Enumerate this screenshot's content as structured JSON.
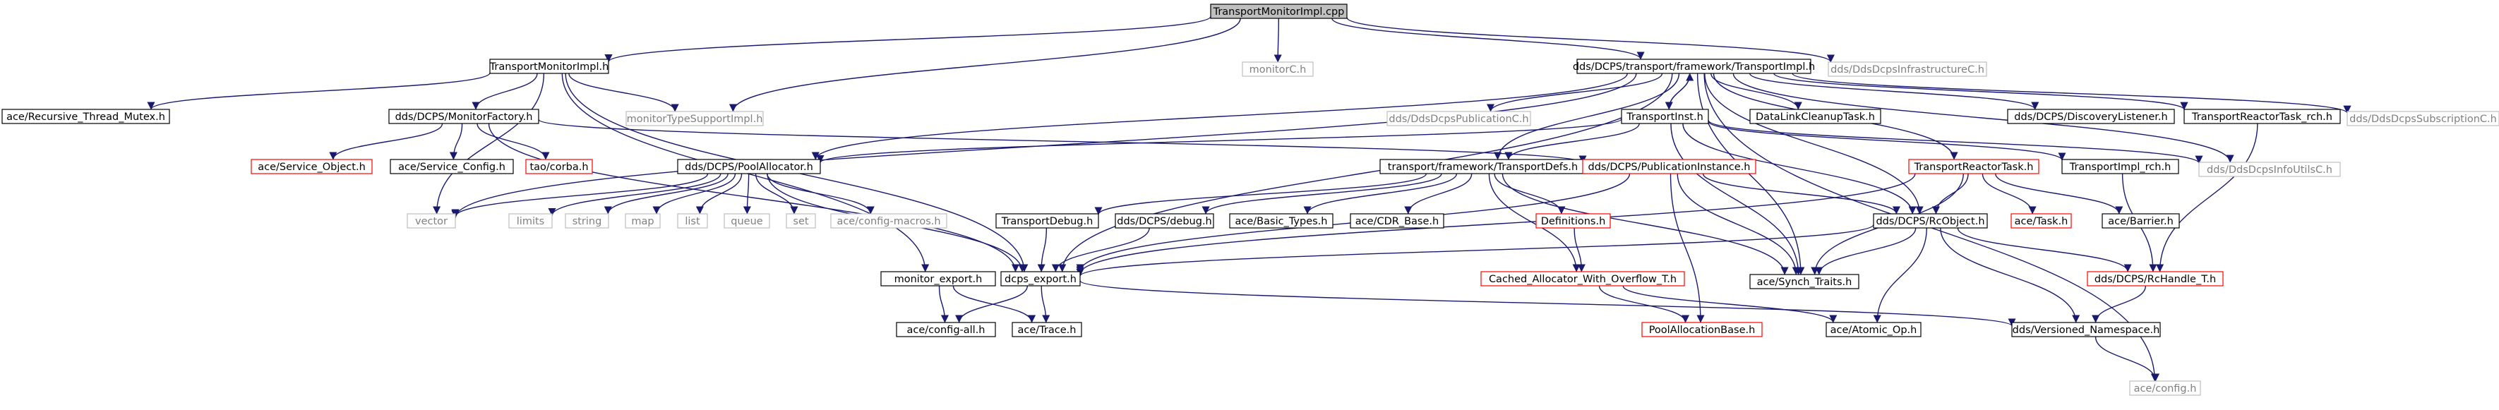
{
  "graph": {
    "title": "TransportMonitorImpl.cpp include dependency graph",
    "colors": {
      "edge": "#191970",
      "root_fill": "#bfbfbf",
      "default_border": "#000000",
      "missing_border": "#bfbfbf",
      "highlight_border": "#ff0000",
      "text": "#000000",
      "missing_text": "#808080"
    },
    "nodes": [
      {
        "id": "root",
        "label": "TransportMonitorImpl.cpp",
        "style": "root"
      },
      {
        "id": "tmi_h",
        "label": "TransportMonitorImpl.h",
        "style": "normal"
      },
      {
        "id": "monitorC",
        "label": "monitorC.h",
        "style": "missing"
      },
      {
        "id": "transportimpl",
        "label": "dds/DCPS/transport/framework/TransportImpl.h",
        "style": "normal"
      },
      {
        "id": "infraC",
        "label": "dds/DdsDcpsInfrastructureC.h",
        "style": "missing"
      },
      {
        "id": "recmutex",
        "label": "ace/Recursive_Thread_Mutex.h",
        "style": "normal"
      },
      {
        "id": "monfactory",
        "label": "dds/DCPS/MonitorFactory.h",
        "style": "normal"
      },
      {
        "id": "monTypeSupport",
        "label": "monitorTypeSupportImpl.h",
        "style": "missing"
      },
      {
        "id": "pubC",
        "label": "dds/DdsDcpsPublicationC.h",
        "style": "missing"
      },
      {
        "id": "transportinst",
        "label": "TransportInst.h",
        "style": "normal"
      },
      {
        "id": "dlcleanup",
        "label": "DataLinkCleanupTask.h",
        "style": "normal"
      },
      {
        "id": "disclistener",
        "label": "dds/DCPS/DiscoveryListener.h",
        "style": "normal"
      },
      {
        "id": "reactortask_rch",
        "label": "TransportReactorTask_rch.h",
        "style": "normal"
      },
      {
        "id": "subC",
        "label": "dds/DdsDcpsSubscriptionC.h",
        "style": "missing"
      },
      {
        "id": "svcobj",
        "label": "ace/Service_Object.h",
        "style": "highlight"
      },
      {
        "id": "svcconfig",
        "label": "ace/Service_Config.h",
        "style": "normal"
      },
      {
        "id": "taocorba",
        "label": "tao/corba.h",
        "style": "highlight"
      },
      {
        "id": "poolalloc",
        "label": "dds/DCPS/PoolAllocator.h",
        "style": "normal"
      },
      {
        "id": "transportdefs",
        "label": "transport/framework/TransportDefs.h",
        "style": "normal"
      },
      {
        "id": "pubinstance",
        "label": "dds/DCPS/PublicationInstance.h",
        "style": "highlight"
      },
      {
        "id": "reactortask",
        "label": "TransportReactorTask.h",
        "style": "highlight"
      },
      {
        "id": "transportimpl_rch",
        "label": "TransportImpl_rch.h",
        "style": "normal"
      },
      {
        "id": "infoUtilsC",
        "label": "dds/DdsDcpsInfoUtilsC.h",
        "style": "missing"
      },
      {
        "id": "vector",
        "label": "vector",
        "style": "missing"
      },
      {
        "id": "limits",
        "label": "limits",
        "style": "missing"
      },
      {
        "id": "string",
        "label": "string",
        "style": "missing"
      },
      {
        "id": "map",
        "label": "map",
        "style": "missing"
      },
      {
        "id": "list",
        "label": "list",
        "style": "missing"
      },
      {
        "id": "queue",
        "label": "queue",
        "style": "missing"
      },
      {
        "id": "set",
        "label": "set",
        "style": "missing"
      },
      {
        "id": "configmacros",
        "label": "ace/config-macros.h",
        "style": "missing"
      },
      {
        "id": "transportdebug",
        "label": "TransportDebug.h",
        "style": "normal"
      },
      {
        "id": "debug",
        "label": "dds/DCPS/debug.h",
        "style": "normal"
      },
      {
        "id": "basictypes",
        "label": "ace/Basic_Types.h",
        "style": "normal"
      },
      {
        "id": "cdrbase",
        "label": "ace/CDR_Base.h",
        "style": "normal"
      },
      {
        "id": "definitions",
        "label": "Definitions.h",
        "style": "highlight"
      },
      {
        "id": "rcobject",
        "label": "dds/DCPS/RcObject.h",
        "style": "normal"
      },
      {
        "id": "acetask",
        "label": "ace/Task.h",
        "style": "highlight"
      },
      {
        "id": "barrier",
        "label": "ace/Barrier.h",
        "style": "normal"
      },
      {
        "id": "monexport",
        "label": "monitor_export.h",
        "style": "normal"
      },
      {
        "id": "dcpsexport",
        "label": "dcps_export.h",
        "style": "normal"
      },
      {
        "id": "cachedalloc",
        "label": "Cached_Allocator_With_Overflow_T.h",
        "style": "highlight"
      },
      {
        "id": "synchtraits",
        "label": "ace/Synch_Traits.h",
        "style": "normal"
      },
      {
        "id": "rchandle",
        "label": "dds/DCPS/RcHandle_T.h",
        "style": "highlight"
      },
      {
        "id": "configall",
        "label": "ace/config-all.h",
        "style": "normal"
      },
      {
        "id": "trace",
        "label": "ace/Trace.h",
        "style": "normal"
      },
      {
        "id": "poolallocbase",
        "label": "PoolAllocationBase.h",
        "style": "highlight"
      },
      {
        "id": "atomicop",
        "label": "ace/Atomic_Op.h",
        "style": "normal"
      },
      {
        "id": "versionedns",
        "label": "dds/Versioned_Namespace.h",
        "style": "normal"
      },
      {
        "id": "aceconfig",
        "label": "ace/config.h",
        "style": "missing"
      }
    ],
    "edges": [
      [
        "root",
        "tmi_h"
      ],
      [
        "root",
        "monitorC"
      ],
      [
        "root",
        "transportimpl"
      ],
      [
        "root",
        "infraC"
      ],
      [
        "root",
        "monTypeSupport"
      ],
      [
        "tmi_h",
        "recmutex"
      ],
      [
        "tmi_h",
        "monfactory"
      ],
      [
        "tmi_h",
        "monTypeSupport"
      ],
      [
        "tmi_h",
        "monexport"
      ],
      [
        "tmi_h",
        "dcpsexport"
      ],
      [
        "tmi_h",
        "vector"
      ],
      [
        "monfactory",
        "svcobj"
      ],
      [
        "monfactory",
        "svcconfig"
      ],
      [
        "monfactory",
        "taocorba"
      ],
      [
        "monfactory",
        "dcpsexport"
      ],
      [
        "monfactory",
        "pubinstance"
      ],
      [
        "transportimpl",
        "pubC"
      ],
      [
        "transportimpl",
        "transportinst"
      ],
      [
        "transportimpl",
        "dlcleanup"
      ],
      [
        "transportimpl",
        "disclistener"
      ],
      [
        "transportimpl",
        "reactortask_rch"
      ],
      [
        "transportimpl",
        "subC"
      ],
      [
        "transportimpl",
        "infoUtilsC"
      ],
      [
        "transportimpl",
        "reactortask"
      ],
      [
        "transportimpl",
        "rcobject"
      ],
      [
        "transportimpl",
        "synchtraits"
      ],
      [
        "transportimpl",
        "poolalloc"
      ],
      [
        "transportimpl",
        "transportdefs"
      ],
      [
        "transportimpl",
        "vector"
      ],
      [
        "transportimpl",
        "aceconfig"
      ],
      [
        "transportimpl",
        "dcpsexport"
      ],
      [
        "transportinst",
        "transportimpl"
      ],
      [
        "transportinst",
        "poolalloc"
      ],
      [
        "transportinst",
        "transportdefs"
      ],
      [
        "transportinst",
        "transportimpl_rch"
      ],
      [
        "transportinst",
        "rcobject"
      ],
      [
        "transportinst",
        "synchtraits"
      ],
      [
        "transportinst",
        "infoUtilsC"
      ],
      [
        "poolalloc",
        "vector"
      ],
      [
        "poolalloc",
        "limits"
      ],
      [
        "poolalloc",
        "string"
      ],
      [
        "poolalloc",
        "map"
      ],
      [
        "poolalloc",
        "list"
      ],
      [
        "poolalloc",
        "queue"
      ],
      [
        "poolalloc",
        "set"
      ],
      [
        "poolalloc",
        "configmacros"
      ],
      [
        "poolalloc",
        "dcpsexport"
      ],
      [
        "transportdefs",
        "transportdebug"
      ],
      [
        "transportdefs",
        "debug"
      ],
      [
        "transportdefs",
        "basictypes"
      ],
      [
        "transportdefs",
        "cdrbase"
      ],
      [
        "transportdefs",
        "definitions"
      ],
      [
        "transportdefs",
        "cachedalloc"
      ],
      [
        "transportdefs",
        "synchtraits"
      ],
      [
        "pubinstance",
        "rcobject"
      ],
      [
        "pubinstance",
        "synchtraits"
      ],
      [
        "pubinstance",
        "poolallocbase"
      ],
      [
        "pubinstance",
        "dcpsexport"
      ],
      [
        "reactortask",
        "rcobject"
      ],
      [
        "reactortask",
        "acetask"
      ],
      [
        "reactortask",
        "barrier"
      ],
      [
        "reactortask",
        "synchtraits"
      ],
      [
        "reactortask",
        "dcpsexport"
      ],
      [
        "reactortask_rch",
        "rchandle"
      ],
      [
        "transportimpl_rch",
        "rchandle"
      ],
      [
        "transportdebug",
        "dcpsexport"
      ],
      [
        "debug",
        "dcpsexport"
      ],
      [
        "definitions",
        "cachedalloc"
      ],
      [
        "cachedalloc",
        "poolallocbase"
      ],
      [
        "cachedalloc",
        "atomicop"
      ],
      [
        "rcobject",
        "synchtraits"
      ],
      [
        "rcobject",
        "atomicop"
      ],
      [
        "rcobject",
        "rchandle"
      ],
      [
        "rcobject",
        "versionedns"
      ],
      [
        "rcobject",
        "dcpsexport"
      ],
      [
        "rchandle",
        "versionedns"
      ],
      [
        "monexport",
        "configall"
      ],
      [
        "monexport",
        "trace"
      ],
      [
        "dcpsexport",
        "configall"
      ],
      [
        "dcpsexport",
        "trace"
      ],
      [
        "dcpsexport",
        "versionedns"
      ],
      [
        "versionedns",
        "aceconfig"
      ]
    ]
  }
}
